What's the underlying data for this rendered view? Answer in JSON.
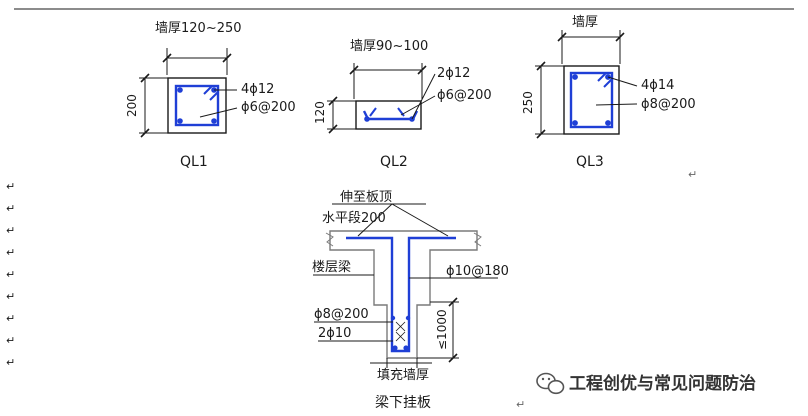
{
  "colors": {
    "rebar": "#1f3fd6",
    "line": "#1a1a1a",
    "fill_gray": "#c8c8c8"
  },
  "ql1": {
    "top_label": "墙厚120~250",
    "height_dim": "200",
    "bars": "4ϕ12",
    "stirrup": "ϕ6@200",
    "name": "QL1"
  },
  "ql2": {
    "top_label": "墙厚90~100",
    "height_dim": "120",
    "bars": "2ϕ12",
    "stirrup": "ϕ6@200",
    "name": "QL2"
  },
  "ql3": {
    "top_label": "墙厚",
    "height_dim": "250",
    "bars": "4ϕ14",
    "stirrup": "ϕ8@200",
    "name": "QL3"
  },
  "hanging_beam": {
    "label_extend": "伸至板顶",
    "label_horizontal": "水平段200",
    "label_floor_beam": "楼层梁",
    "label_top_bar": "ϕ10@180",
    "label_stirrup": "ϕ8@200",
    "label_bottom_bars": "2ϕ10",
    "label_height": "≤1000",
    "label_infill": "填充墙厚",
    "title": "梁下挂板"
  },
  "watermark": {
    "text": "工程创优与常见问题防治",
    "icon": "wechat-icon"
  },
  "marks": {
    "return_mark": "↵"
  }
}
